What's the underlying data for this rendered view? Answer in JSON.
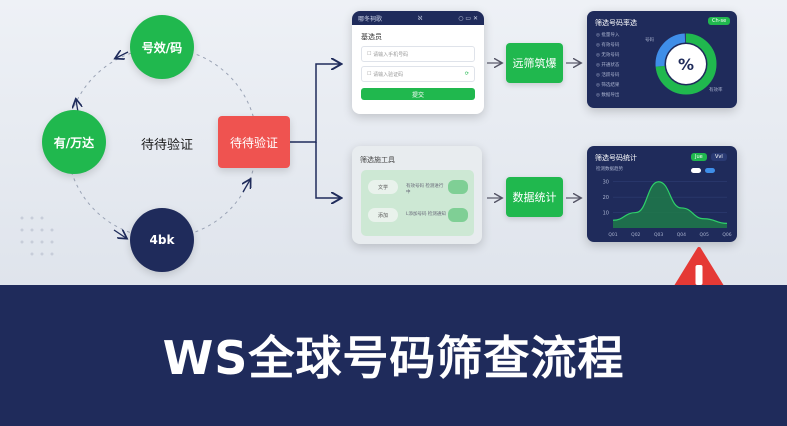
{
  "cycle": {
    "top_node": "号效/码",
    "left_node": "有/万达",
    "bottom_node": "4bk",
    "center_label": "待待验证"
  },
  "process": {
    "verify_box": "待待验证",
    "btn_top": "远筛筑爆",
    "btn_bottom": "数据统计"
  },
  "login_card": {
    "header_title": "哪冬祠歌",
    "header_mark": "ℵ",
    "heading": "基选员",
    "field1": "请输入手机号码",
    "field2": "请输入验证码",
    "submit": "提交"
  },
  "tool_card": {
    "heading": "筛选施工具",
    "row1_label": "文学",
    "row1_text": "有效号码 检测进行中",
    "row2_label": "添加",
    "row2_text": "L添加号码 检测通知"
  },
  "dash1": {
    "title": "筛选号码率选",
    "chip": "Ch-se",
    "items": [
      "◎ 批量导入",
      "◎ 有效号码",
      "◎ 无效号码",
      "◎ 开通状态",
      "◎ 活跃号码",
      "◎ 筛选结果",
      "◎ 数据导出"
    ],
    "gauge_symbol": "%",
    "gauge_left": "号码",
    "gauge_right": "有效率"
  },
  "dash2": {
    "title": "筛选号码统计",
    "subtitle": "检测数据趋势",
    "chip": "Jue",
    "chip2": "Vvl",
    "colors": {
      "accent": "#20b84e",
      "navy": "#1f2b5b",
      "red": "#ef5350"
    }
  },
  "chart_data": {
    "type": "area",
    "x": [
      "Q01",
      "Q02",
      "Q03",
      "Q04",
      "Q05",
      "Q06"
    ],
    "values": [
      5,
      10,
      30,
      13,
      6,
      3
    ],
    "yticks": [
      "10",
      "20",
      "30"
    ],
    "ylim": [
      0,
      35
    ]
  },
  "main_title": "WS全球号码筛查流程",
  "warning_icon": "warning-icon"
}
